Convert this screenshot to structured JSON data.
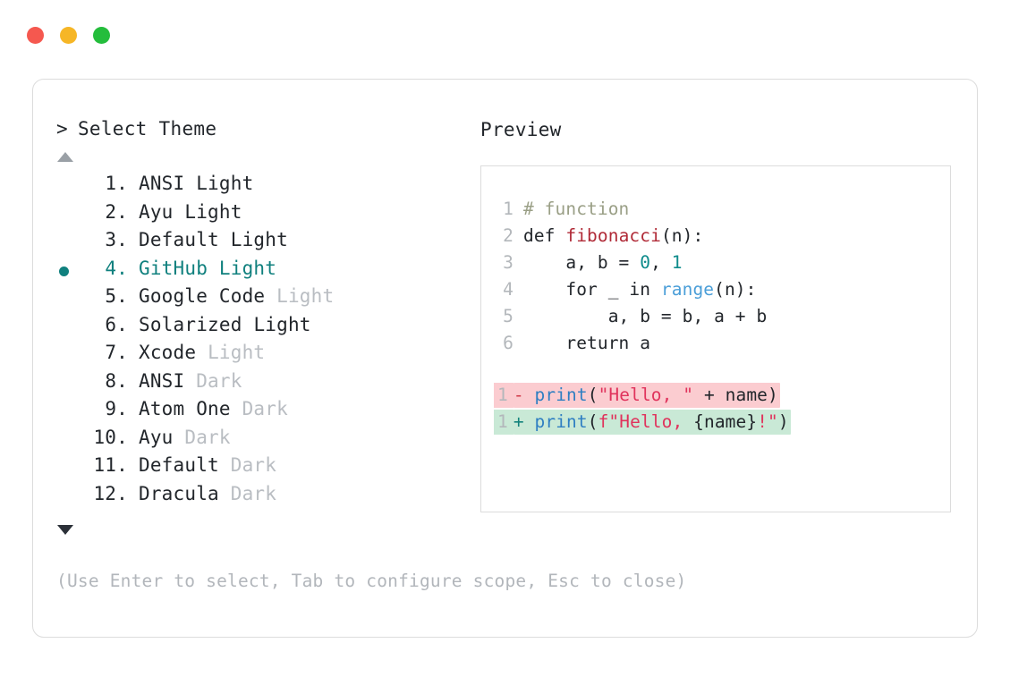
{
  "window": {
    "dots": [
      {
        "name": "close",
        "color": "#f5584f"
      },
      {
        "name": "minimize",
        "color": "#f6b626"
      },
      {
        "name": "maximize",
        "color": "#24bd3c"
      }
    ]
  },
  "left_panel": {
    "prompt_caret": ">",
    "prompt_title": "Select Theme",
    "scroll_up_icon": "triangle-up-icon",
    "scroll_down_icon": "triangle-down-icon",
    "selected_index": 4,
    "accent_color": "#10807e",
    "items": [
      {
        "index": "1.",
        "name": "ANSI",
        "variant": "Light",
        "variant_muted": false,
        "selected": false
      },
      {
        "index": "2.",
        "name": "Ayu",
        "variant": "Light",
        "variant_muted": false,
        "selected": false
      },
      {
        "index": "3.",
        "name": "Default",
        "variant": "Light",
        "variant_muted": false,
        "selected": false
      },
      {
        "index": "4.",
        "name": "GitHub",
        "variant": "Light",
        "variant_muted": false,
        "selected": true
      },
      {
        "index": "5.",
        "name": "Google Code",
        "variant": "Light",
        "variant_muted": true,
        "selected": false
      },
      {
        "index": "6.",
        "name": "Solarized",
        "variant": "Light",
        "variant_muted": false,
        "selected": false
      },
      {
        "index": "7.",
        "name": "Xcode",
        "variant": "Light",
        "variant_muted": true,
        "selected": false
      },
      {
        "index": "8.",
        "name": "ANSI",
        "variant": "Dark",
        "variant_muted": true,
        "selected": false
      },
      {
        "index": "9.",
        "name": "Atom One",
        "variant": "Dark",
        "variant_muted": true,
        "selected": false
      },
      {
        "index": "10.",
        "name": "Ayu",
        "variant": "Dark",
        "variant_muted": true,
        "selected": false
      },
      {
        "index": "11.",
        "name": "Default",
        "variant": "Dark",
        "variant_muted": true,
        "selected": false
      },
      {
        "index": "12.",
        "name": "Dracula",
        "variant": "Dark",
        "variant_muted": true,
        "selected": false
      }
    ]
  },
  "footer": {
    "hint": "(Use Enter to select, Tab to configure scope, Esc to close)"
  },
  "right_panel": {
    "label": "Preview",
    "code": {
      "lines": [
        {
          "num": "1",
          "tokens": [
            {
              "t": "# function",
              "c": "tok-comment"
            }
          ]
        },
        {
          "num": "2",
          "tokens": [
            {
              "t": "def ",
              "c": "tok-keyword"
            },
            {
              "t": "fibonacci",
              "c": "tok-fn-def"
            },
            {
              "t": "(n):",
              "c": "tok-punc"
            }
          ]
        },
        {
          "num": "3",
          "tokens": [
            {
              "t": "    a, b = ",
              "c": "tok-plain"
            },
            {
              "t": "0",
              "c": "tok-num"
            },
            {
              "t": ", ",
              "c": "tok-plain"
            },
            {
              "t": "1",
              "c": "tok-num"
            }
          ]
        },
        {
          "num": "4",
          "tokens": [
            {
              "t": "    for _ in ",
              "c": "tok-plain"
            },
            {
              "t": "range",
              "c": "tok-builtin"
            },
            {
              "t": "(n):",
              "c": "tok-punc"
            }
          ]
        },
        {
          "num": "5",
          "tokens": [
            {
              "t": "        a, b = b, a + b",
              "c": "tok-plain"
            }
          ]
        },
        {
          "num": "6",
          "tokens": [
            {
              "t": "    return a",
              "c": "tok-plain"
            }
          ]
        }
      ],
      "diff": [
        {
          "num": "1",
          "kind": "del",
          "sign": "-",
          "tokens": [
            {
              "t": "print",
              "c": "tok-call"
            },
            {
              "t": "(",
              "c": "tok-punc"
            },
            {
              "t": "\"Hello, \"",
              "c": "tok-string"
            },
            {
              "t": " + name",
              "c": "tok-plain"
            },
            {
              "t": ")",
              "c": "tok-punc"
            }
          ]
        },
        {
          "num": "1",
          "kind": "add",
          "sign": "+",
          "tokens": [
            {
              "t": "print",
              "c": "tok-call"
            },
            {
              "t": "(",
              "c": "tok-punc"
            },
            {
              "t": "f\"Hello, ",
              "c": "tok-string"
            },
            {
              "t": "{name}",
              "c": "tok-plain"
            },
            {
              "t": "!\"",
              "c": "tok-string"
            },
            {
              "t": ")",
              "c": "tok-punc"
            }
          ]
        }
      ]
    }
  }
}
